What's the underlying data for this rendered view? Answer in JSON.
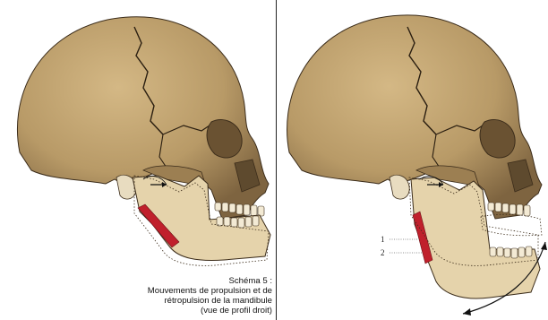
{
  "figure": {
    "caption_lines": [
      "Schéma 5 :",
      "Mouvements de propulsion et de",
      "rétropulsion de la mandibule",
      "(vue de profil droit)"
    ],
    "callouts": [
      "1",
      "2"
    ]
  },
  "colors": {
    "skull_fill": "#b89a67",
    "skull_shadow": "#8f7447",
    "mandible_fill": "#e5d3ab",
    "muscle": "#c0202c",
    "outline": "#3b2c1a",
    "divider": "#222222"
  },
  "icons": {
    "arrow": "double-headed-arc-arrow",
    "ghost_mandible": "dotted-outline"
  }
}
